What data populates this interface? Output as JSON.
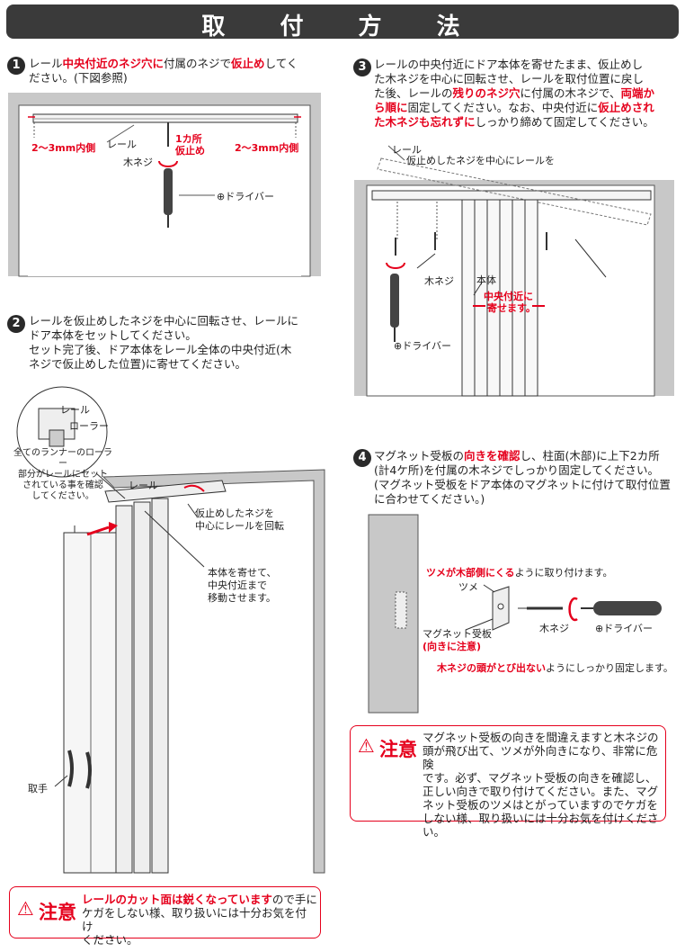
{
  "header": {
    "title": "取 付 方 法"
  },
  "step1": {
    "num": "1",
    "lines": [
      [
        {
          "t": "レール"
        },
        {
          "t": "中央付近のネジ穴に",
          "r": true
        },
        {
          "t": "付属のネジで"
        },
        {
          "t": "仮止め",
          "r": true
        },
        {
          "t": "してく"
        }
      ],
      [
        {
          "t": "ださい。(下図参照)"
        }
      ]
    ],
    "labels": {
      "left_range": "2～3mm内側",
      "right_range": "2～3mm内側",
      "rail": "レール",
      "one_place": "1カ所",
      "temp_fix": "仮止め",
      "wood_screw": "木ネジ",
      "driver": "⊕ドライバー"
    }
  },
  "step2": {
    "num": "2",
    "lines": [
      [
        {
          "t": "レールを仮止めしたネジを中心に回転させ、レールに"
        }
      ],
      [
        {
          "t": "ドア本体をセットしてください。"
        }
      ],
      [
        {
          "t": "セット完了後、ドア本体をレール全体の中央付近(木"
        }
      ],
      [
        {
          "t": "ネジで仮止めした位置)に寄せてください。"
        }
      ]
    ],
    "labels": {
      "rail_inset": "レール",
      "roller": "ローラー",
      "check_note_1": "全てのランナーのローラー",
      "check_note_2": "部分がレールにセット",
      "check_note_3": "されている事を確認",
      "check_note_4": "してください。",
      "rail": "レール",
      "rotate_1": "仮止めしたネジを",
      "rotate_2": "中心にレールを回転",
      "move_1": "本体を寄せて、",
      "move_2": "中央付近まで",
      "move_3": "移動させます。",
      "handle": "取手"
    }
  },
  "step3": {
    "num": "3",
    "lines": [
      [
        {
          "t": "レールの中央付近にドア本体を寄せたまま、仮止めし"
        }
      ],
      [
        {
          "t": "た木ネジを中心に回転させ、レールを取付位置に戻し"
        }
      ],
      [
        {
          "t": "た後、レールの"
        },
        {
          "t": "残りのネジ穴",
          "r": true
        },
        {
          "t": "に付属の木ネジで、"
        },
        {
          "t": "両端か",
          "r": true
        }
      ],
      [
        {
          "t": "ら順に",
          "r": true
        },
        {
          "t": "固定してください。なお、中央付近に"
        },
        {
          "t": "仮止めされ",
          "r": true
        }
      ],
      [
        {
          "t": "た木ネジも忘れずに",
          "r": true
        },
        {
          "t": "しっかり締めて固定してください。"
        }
      ]
    ],
    "labels": {
      "rail": "レール",
      "temp_screw": "仮止めしたネジを中心にレールを",
      "body": "本体",
      "wood_screw": "木ネジ",
      "center_1": "中央付近に",
      "center_2": "寄せます。",
      "driver": "⊕ドライバー"
    }
  },
  "step4": {
    "num": "4",
    "lines": [
      [
        {
          "t": "マグネット受板の"
        },
        {
          "t": "向きを確認",
          "r": true
        },
        {
          "t": "し、柱面(木部)に上下2カ所"
        }
      ],
      [
        {
          "t": "(計4ケ所)を付属の木ネジでしっかり固定してください。"
        }
      ],
      [
        {
          "t": "(マグネット受板をドア本体のマグネットに付けて取付位置"
        }
      ],
      [
        {
          "t": "に合わせてください。)"
        }
      ]
    ],
    "labels": {
      "claw_note_red": "ツメが木部側にくる",
      "claw_note_rest": "ように取り付けます。",
      "claw": "ツメ",
      "plate": "マグネット受板",
      "plate_note": "(向きに注意)",
      "wood_screw": "木ネジ",
      "driver": "⊕ドライバー",
      "head_note_red": "木ネジの頭がとび出ない",
      "head_note_rest": "ようにしっかり固定します。"
    }
  },
  "caution_right": {
    "mark": "⚠",
    "head": "注意",
    "lines": [
      "マグネット受板の向きを間違えますと木ネジの",
      "頭が飛び出て、ツメが外向きになり、非常に危険",
      "です。必ず、マグネット受板の向きを確認し、",
      "正しい向きで取り付けてください。また、マグ",
      "ネット受板のツメはとがっていますのでケガを",
      "しない様、取り扱いには十分お気を付けください。"
    ]
  },
  "caution_left": {
    "mark": "⚠",
    "head": "注意",
    "lines": [
      [
        {
          "t": "レールのカット面は鋭くなっています",
          "r": true
        },
        {
          "t": "ので手に"
        }
      ],
      [
        {
          "t": "ケガをしない様、取り扱いには十分お気を付け"
        }
      ],
      [
        {
          "t": "ください。"
        }
      ]
    ]
  },
  "colors": {
    "accent_red": "#e5001c",
    "title_bg": "#3a3a3a",
    "wall_gray": "#c8c8c8"
  }
}
